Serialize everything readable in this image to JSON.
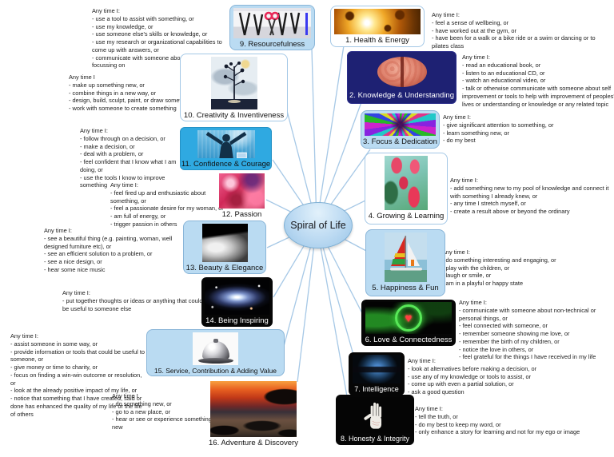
{
  "center": {
    "label": "Spiral of Life"
  },
  "colors": {
    "branch_line": "#a6c8e6",
    "light_blue_box": "#badbf2",
    "bright_blue_box": "#2fa9e1",
    "navy_box": "#1e2173",
    "black_box": "#060606",
    "center_fill": "#bcdaf2"
  },
  "nodes": [
    {
      "label": "1. Health & Energy",
      "image": "energy-burst-image",
      "note_heading": "Any time I:",
      "note_items": [
        "- feel a sense of wellbeing, or",
        "- have worked out at the gym, or",
        "- have been for a walk or a bike ride or a swim or dancing or to pilates class"
      ]
    },
    {
      "label": "2. Knowledge & Understanding",
      "image": "brain-image",
      "note_heading": "Any time I:",
      "note_items": [
        "- read an educational book, or",
        "- listen to an educational CD, or",
        "- watch an educational video, or",
        "- talk or otherwise communicate with someone about self improvement or tools to help with improvement of peoples' lives or understanding or knowledge or any related topic"
      ]
    },
    {
      "label": "3. Focus & Dedication",
      "image": "psychedelic-rays-image",
      "note_heading": "Any time I:",
      "note_items": [
        "- give significant attention to something, or",
        "- learn something new, or",
        "- do my best"
      ]
    },
    {
      "label": "4. Growing & Learning",
      "image": "tulips-image",
      "note_heading": "Any time I:",
      "note_items": [
        "- add something new to my pool of knowledge and connect it with something I already knew, or",
        "- any time I stretch myself, or",
        "- create a result above or beyond the ordinary"
      ]
    },
    {
      "label": "5. Happiness & Fun",
      "image": "sailboat-image",
      "note_heading": "Any time I:",
      "note_items": [
        "- do something interesting and engaging, or",
        "- play with the children, or",
        "- laugh or smile, or",
        "- am in a playful or happy state"
      ]
    },
    {
      "label": "6. Love & Connectedness",
      "image": "neon-heart-image",
      "note_heading": "Any time I:",
      "note_items": [
        "- communicate with someone about non-technical or personal things, or",
        "- feel connected with someone, or",
        "- remember someone showing me love, or",
        "- remember the birth of my children, or",
        "- notice the love in others, or",
        "- feel grateful for the things I have received in my life"
      ]
    },
    {
      "label": "7. Intelligence",
      "image": "digital-head-image",
      "note_heading": "Any time I:",
      "note_items": [
        "- look at alternatives before making a decision, or",
        "- use any of my knowledge or tools to assist, or",
        "- come up with even a partial solution, or",
        "- ask a good question"
      ]
    },
    {
      "label": "8. Honesty & Integrity",
      "image": "open-hand-image",
      "note_heading": "Any time I:",
      "note_items": [
        "- tell the truth, or",
        "- do my best to keep my word, or",
        "- only enhance a story for learning and not for my ego or image"
      ]
    },
    {
      "label": "9. Resourcefulness",
      "image": "tools-tray-image",
      "note_heading": "Any time I:",
      "note_items": [
        "- use a tool to assist with something, or",
        "- use my knowledge, or",
        "- use someone else's skills or knowledge, or",
        "- use my research or organizational capabilities to come up with answers, or",
        "- communicate with someone about what I am focussing on"
      ]
    },
    {
      "label": "10. Creativity & Inventiveness",
      "image": "tree-painting-image",
      "note_heading": "Any time I",
      "note_items": [
        "- make up something new, or",
        "- combine things in a new way, or",
        "- design, build, sculpt, paint, or draw something, or",
        "- work with someone to create something"
      ]
    },
    {
      "label": "11. Confidence & Courage",
      "image": "raised-arms-figure-image",
      "note_heading": "Any time I:",
      "note_items": [
        "- follow through on a decision, or",
        "- make a decision, or",
        "- deal with a problem, or",
        "- feel confident that I know what I am doing, or",
        "- use the tools I know to improve something"
      ]
    },
    {
      "label": "12. Passion",
      "image": "abstract-passion-image",
      "note_heading": "Any time I:",
      "note_items": [
        "- feel fired up and enthusiastic about something, or",
        "- feel a passionate desire for my woman, or",
        "- am full of energy, or",
        "- trigger passion in others"
      ]
    },
    {
      "label": "13. Beauty & Elegance",
      "image": "body-curves-image",
      "note_heading": "Any time I:",
      "note_items": [
        "- see a beautiful thing (e.g. painting, woman, well designed furniture etc), or",
        "- see an efficient solution to a problem, or",
        "- see a nice design, or",
        "- hear some nice music"
      ]
    },
    {
      "label": "14. Being Inspiring",
      "image": "galaxy-image",
      "note_heading": "Any time I:",
      "note_items": [
        "- put together thoughts or ideas or anything that could be useful to someone else"
      ]
    },
    {
      "label": "15. Service, Contribution & Adding Value",
      "image": "service-bell-image",
      "note_heading": "Any time I:",
      "note_items": [
        "- assist someone in some way, or",
        "- provide information or tools that could be useful to someone, or",
        "- give money or time to charity, or",
        "- focus on finding a win-win outcome or resolution, or",
        "- look at the already positive impact of my life, or",
        "- notice that something that I have created, said or done has enhanced the quality of my life or the life of others"
      ]
    },
    {
      "label": "16. Adventure & Discovery",
      "image": "sunset-beach-image",
      "note_heading": "Any time I",
      "note_items": [
        "- do something new, or",
        "- go to a new place, or",
        "- hear or see or experience something new"
      ]
    }
  ]
}
